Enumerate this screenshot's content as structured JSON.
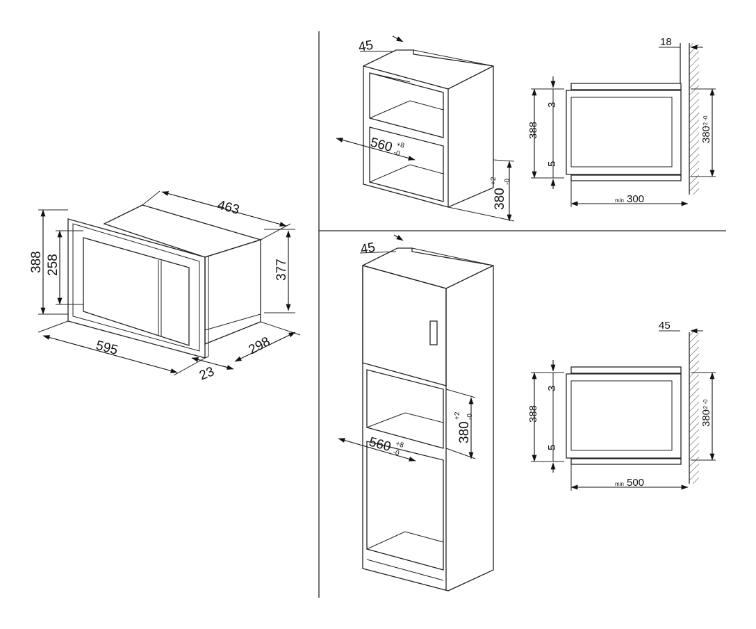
{
  "oven": {
    "dims": {
      "depth": "463",
      "height_outer": "388",
      "height_window": "258",
      "height_body": "377",
      "width": "595",
      "depth_body": "298",
      "frame_offset": "23"
    }
  },
  "cabinet_top": {
    "dims": {
      "top_offset": "45",
      "width": "560",
      "width_tol_plus": "+8",
      "width_tol_minus": "-0",
      "height": "380",
      "height_tol_plus": "+2",
      "height_tol_minus": "-0"
    }
  },
  "section_top": {
    "dims": {
      "wall_gap": "18",
      "height": "388",
      "gap_top": "3",
      "gap_bottom": "5",
      "niche_height": "380",
      "niche_tol": "+2 -0",
      "min_prefix": "min",
      "min_depth": "300"
    }
  },
  "cabinet_tall": {
    "dims": {
      "top_offset": "45",
      "width": "560",
      "width_tol_plus": "+8",
      "width_tol_minus": "-0",
      "height": "380",
      "height_tol_plus": "+2",
      "height_tol_minus": "-0"
    }
  },
  "section_bottom": {
    "dims": {
      "wall_gap": "45",
      "height": "388",
      "gap_top": "3",
      "gap_bottom": "5",
      "niche_height": "380",
      "niche_tol": "+2 -0",
      "min_prefix": "min",
      "min_depth": "500"
    }
  }
}
